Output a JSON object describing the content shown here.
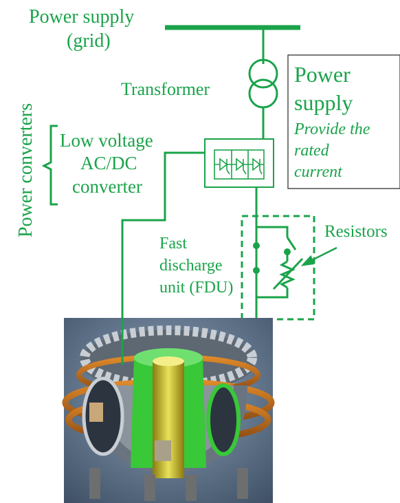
{
  "colors": {
    "accent": "#1aa34a"
  },
  "labels": {
    "power_supply_grid_line1": "Power supply",
    "power_supply_grid_line2": "(grid)",
    "transformer": "Transformer",
    "power_converters": "Power converters",
    "converter_line1": "Low voltage",
    "converter_line2": "AC/DC",
    "converter_line3": "converter",
    "power_supply_box_line1": "Power",
    "power_supply_box_line2": "supply",
    "power_supply_box_line3": "Provide the",
    "power_supply_box_line4": "rated",
    "power_supply_box_line5": "current",
    "fdu_line1": "Fast",
    "fdu_line2": "discharge",
    "fdu_line3": "unit (FDU)",
    "resistors": "Resistors"
  },
  "components": {
    "transformer_symbol": "two-winding-transformer",
    "converter_symbol": "thyristor-bridge",
    "fdu_symbols": [
      "switch",
      "variable-resistor"
    ],
    "device_image": "tokamak-cutaway-render"
  }
}
